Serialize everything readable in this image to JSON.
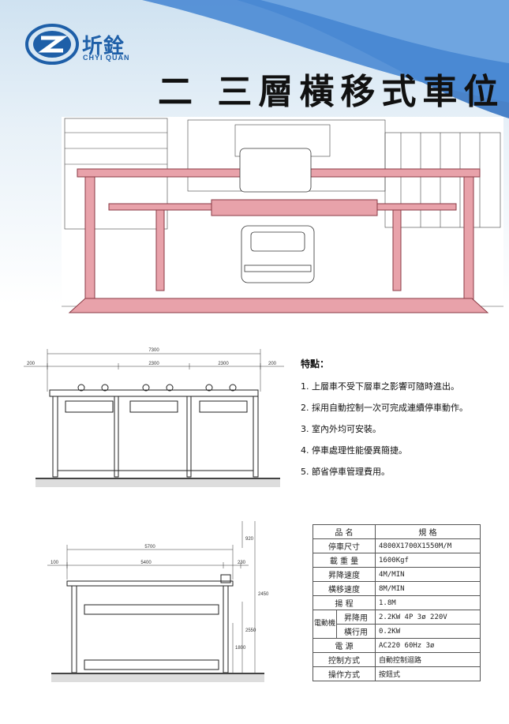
{
  "brand": {
    "name_cn": "圻銓",
    "name_en": "CHYI QUAN"
  },
  "title": "二 三層橫移式車位",
  "features": {
    "heading": "特點：",
    "items": [
      "1. 上層車不受下層車之影響可隨時進出。",
      "2. 採用自動控制一次可完成連續停車動作。",
      "3. 室內外均可安裝。",
      "4. 停車處理性能優異簡捷。",
      "5. 節省停車管理費用。"
    ]
  },
  "drawing_top": {
    "total": "7300",
    "left_margin": "200",
    "spans": [
      "2300",
      "2300"
    ],
    "right_margin": "200"
  },
  "drawing_bottom": {
    "total": "5700",
    "left_margin": "100",
    "span": "5400",
    "right_margin": "230",
    "h_total": "2450",
    "h_top": "920",
    "h_mid": "2550",
    "h_low": "1800"
  },
  "spec": {
    "header": {
      "item": "品 名",
      "value": "規 格"
    },
    "rows": [
      {
        "label": "停車尺寸",
        "value": "4800X1700X1550M/M"
      },
      {
        "label": "載 重 量",
        "value": "1600Kgf"
      },
      {
        "label": "昇降速度",
        "value": "4M/MIN"
      },
      {
        "label": "橫移速度",
        "value": "8M/MIN"
      },
      {
        "label": "揚 程",
        "value": "1.8M"
      }
    ],
    "motor": {
      "group": "電動機",
      "lift_label": "昇降用",
      "lift_value": "2.2KW 4P 3ø 220V",
      "trav_label": "橫行用",
      "trav_value": "0.2KW"
    },
    "rows2": [
      {
        "label": "電 源",
        "value": "AC220 60Hz 3ø"
      },
      {
        "label": "控制方式",
        "value": "自動控制迴路"
      },
      {
        "label": "操作方式",
        "value": "按鈕式"
      }
    ]
  }
}
